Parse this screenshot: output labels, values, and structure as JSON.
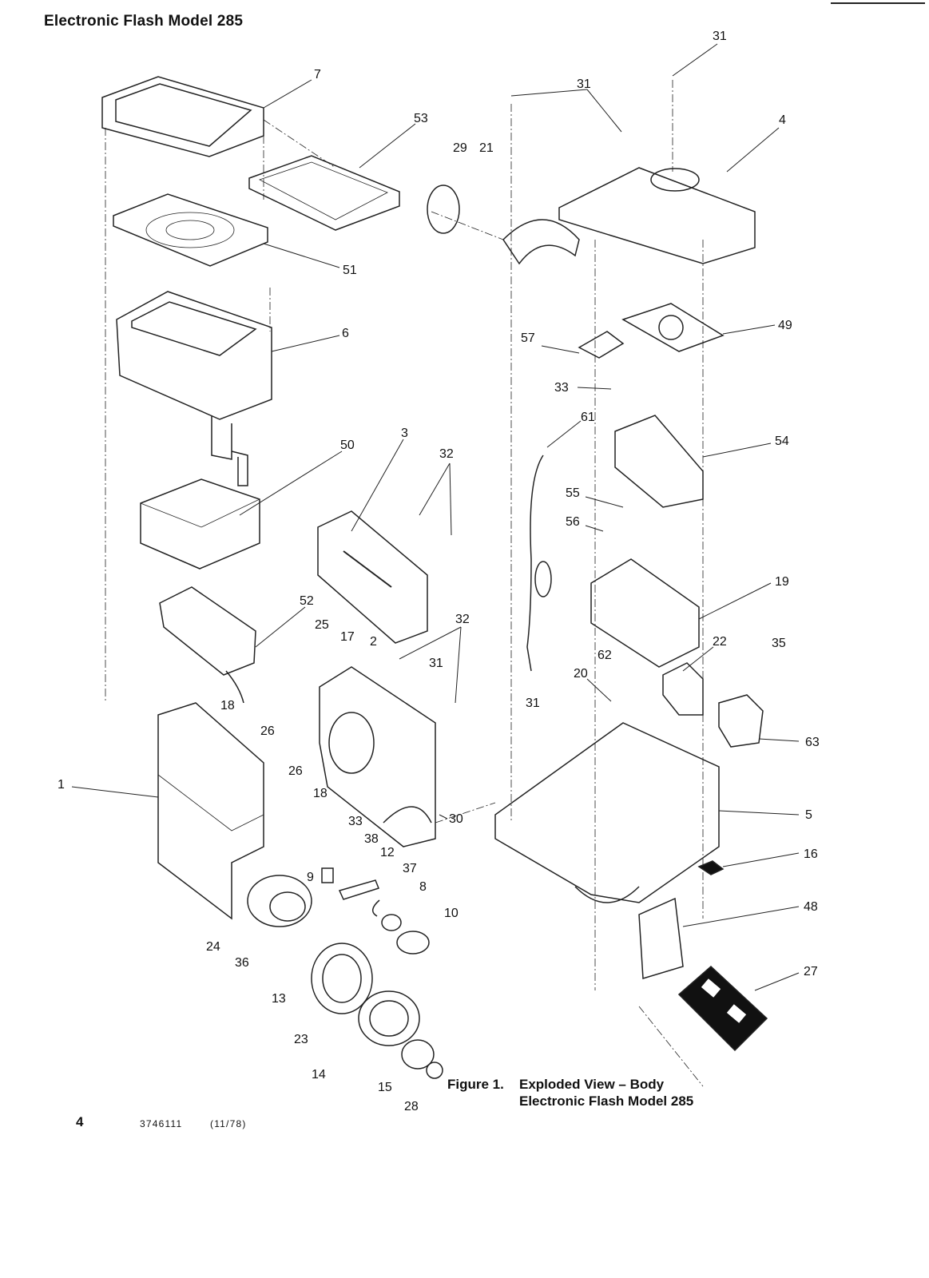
{
  "header": {
    "title": "Electronic Flash Model 285"
  },
  "figure": {
    "caption_label": "Figure 1.",
    "caption_line1": "Exploded View – Body",
    "caption_line2": "Electronic Flash Model 285"
  },
  "callouts": {
    "c1": "1",
    "c2": "2",
    "c3": "3",
    "c4": "4",
    "c5": "5",
    "c6": "6",
    "c7": "7",
    "c8": "8",
    "c9": "9",
    "c10": "10",
    "c12": "12",
    "c13": "13",
    "c14": "14",
    "c15": "15",
    "c16": "16",
    "c17": "17",
    "c18a": "18",
    "c18b": "18",
    "c19": "19",
    "c20": "20",
    "c21": "21",
    "c22": "22",
    "c23": "23",
    "c24": "24",
    "c25": "25",
    "c26a": "26",
    "c26b": "26",
    "c27": "27",
    "c28": "28",
    "c29": "29",
    "c30": "30",
    "c31a": "31",
    "c31b": "31",
    "c31c": "31",
    "c31d": "31",
    "c32a": "32",
    "c32b": "32",
    "c33a": "33",
    "c33b": "33",
    "c35": "35",
    "c36": "36",
    "c37": "37",
    "c38": "38",
    "c48": "48",
    "c49": "49",
    "c50": "50",
    "c51": "51",
    "c52": "52",
    "c53": "53",
    "c54": "54",
    "c55": "55",
    "c56": "56",
    "c57": "57",
    "c61": "61",
    "c62": "62",
    "c63": "63"
  },
  "footer": {
    "page_number": "4",
    "doc_code": "3746111",
    "doc_date": "(11/78)"
  }
}
